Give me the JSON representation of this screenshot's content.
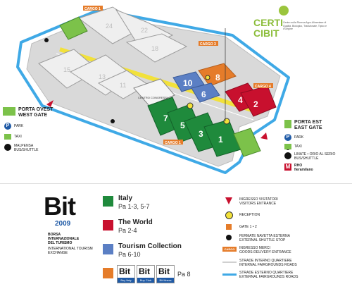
{
  "map": {
    "cargo_labels": [
      "CARGO 1",
      "CARGO 3",
      "CARGO 4",
      "CARGO 1"
    ],
    "pavilions_grey": [
      "11",
      "13",
      "15",
      "18",
      "22",
      "24"
    ],
    "pavilions": [
      {
        "num": "8",
        "color": "#e57c2a"
      },
      {
        "num": "10",
        "color": "#5b7fc4"
      },
      {
        "num": "6",
        "color": "#5b7fc4"
      },
      {
        "num": "4",
        "color": "#c8102e"
      },
      {
        "num": "2",
        "color": "#c8102e"
      },
      {
        "num": "7",
        "color": "#1f8a3c"
      },
      {
        "num": "5",
        "color": "#1f8a3c"
      },
      {
        "num": "3",
        "color": "#1f8a3c"
      },
      {
        "num": "1",
        "color": "#1f8a3c"
      }
    ],
    "centro_congressi": "CENTRO CONGRESSI",
    "road_color": "#3fa9e6"
  },
  "certicibit": {
    "logo_line1": "CERTI",
    "logo_line2": "CIBIT",
    "tagline": "Centro sulla Ricerca Agro-Alimentare di Qualità, Biologico, Tradizionale, Tipico e d'Origine"
  },
  "gates": {
    "west": {
      "line1": "PORTA OVEST",
      "line2": "WEST GATE",
      "items": [
        {
          "icon": "parking-icon",
          "label": "PARK"
        },
        {
          "icon": "taxi-icon",
          "label": "TAXI"
        },
        {
          "icon": "bus-icon",
          "label": "MALPENSA\nBUS/SHUTTLE"
        }
      ]
    },
    "east": {
      "line1": "PORTA EST",
      "line2": "EAST GATE",
      "items": [
        {
          "icon": "parking-icon",
          "label": "PARK"
        },
        {
          "icon": "taxi-icon",
          "label": "TAXI"
        },
        {
          "icon": "bus-icon",
          "label": "LINATE • ORIO AL SERIO\nBUS/SHUTTLE"
        },
        {
          "icon": "metro-icon",
          "label": "RHO\nfieramilano"
        }
      ]
    }
  },
  "bit": {
    "logo": "Bit",
    "year": "2009",
    "name_it": "BORSA\nINTERNAZIONALE\nDEL TURISMO",
    "name_en": "INTERNATIONAL TOURISM\nEXCHANGE"
  },
  "legend": [
    {
      "title": "Italy",
      "sub": "Pa 1-3, 5-7",
      "color": "#1f8a3c"
    },
    {
      "title": "The World",
      "sub": "Pa 2-4",
      "color": "#c8102e"
    },
    {
      "title": "Tourism Collection",
      "sub": "Pa 6-10",
      "color": "#5b7fc4"
    }
  ],
  "legend_bit": {
    "color": "#e57c2a",
    "tags": [
      "Buy Italy",
      "Buy Club",
      "Bit Itinera"
    ],
    "sub": "Pa 8"
  },
  "key": [
    {
      "icon": "entrance-arrow-icon",
      "text": "INGRESSO VISITATORI\nVISITORS ENTRANCE"
    },
    {
      "icon": "reception-icon",
      "text": "RECEPTION"
    },
    {
      "icon": "gate-icon",
      "text": "GATE 1 • 2"
    },
    {
      "icon": "shuttle-stop-icon",
      "text": "FERMATE NAVETTA ESTERNA\nEXTERNAL SHUTTLE STOP"
    },
    {
      "icon": "cargo-icon",
      "text": "INGRESSO MERCI\nGOODS-DELIVERY ENTRANCE",
      "badge": "CARGO"
    },
    {
      "icon": "internal-road-icon",
      "text": "STRADE INTERNO QUARTIERE\nINTERNAL FAIRGROUNDS ROADS"
    },
    {
      "icon": "external-road-icon",
      "text": "STRADE ESTERNO QUARTIERE\nEXTERNAL FAIRGROUNDS ROADS"
    }
  ]
}
